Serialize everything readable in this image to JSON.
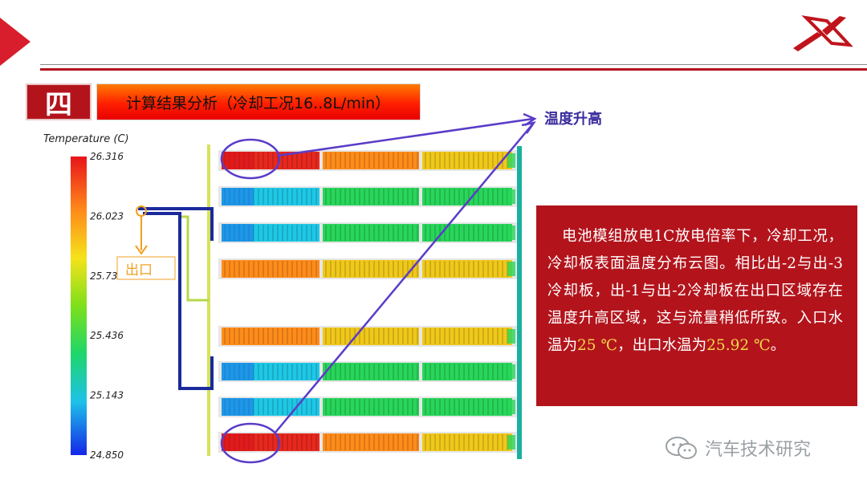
{
  "section": {
    "number": "四",
    "title": "计算结果分析（冷却工况16..8L/min）"
  },
  "figure": {
    "legend_title": "Temperature (C)",
    "legend_ticks": [
      "26.316",
      "26.023",
      "25.730",
      "25.436",
      "25.143",
      "24.850"
    ],
    "outlet_label": "出口",
    "annotation": "温度升高",
    "colors": {
      "hot": "#e8281e",
      "warm": "#ff8c1a",
      "mild": "#f0c81a",
      "neutral": "#b6e21c",
      "cool": "#28d65a",
      "cold": "#1ec8e6",
      "deep": "#1a5ef0",
      "pipe": "#1a2a9c",
      "pipe_light": "#b6d84a",
      "annotation": "#5a3cc8",
      "outlet": "#f0a020"
    },
    "plates": [
      {
        "segments": [
          "hot",
          "warm",
          "mild",
          "mild"
        ]
      },
      {
        "segments": [
          "cold",
          "cool",
          "cool",
          "cool"
        ]
      },
      {
        "segments": [
          "cold",
          "cool",
          "cool",
          "cool"
        ]
      },
      {
        "segments": [
          "warm",
          "mild",
          "mild",
          "mild"
        ]
      },
      {
        "segments": [
          "warm",
          "mild",
          "mild",
          "mild"
        ]
      },
      {
        "segments": [
          "cold",
          "cool",
          "cool",
          "cool"
        ]
      },
      {
        "segments": [
          "cold",
          "cool",
          "cool",
          "cool"
        ]
      },
      {
        "segments": [
          "hot",
          "warm",
          "mild",
          "mild"
        ]
      }
    ]
  },
  "description": {
    "part1": "电池模组放电1C放电倍率下，冷却工况，冷却板表面温度分布云图。相比出-2与出-3冷却板，出-1与出-2冷却板在出口区域存在温度升高区域，这与流量稍低所致。入口水温为",
    "inlet_temp": "25 ℃",
    "part2": "，出口水温为",
    "outlet_temp": "25.92 ℃",
    "part3": "。"
  },
  "watermark": {
    "text": "汽车技术研究"
  }
}
